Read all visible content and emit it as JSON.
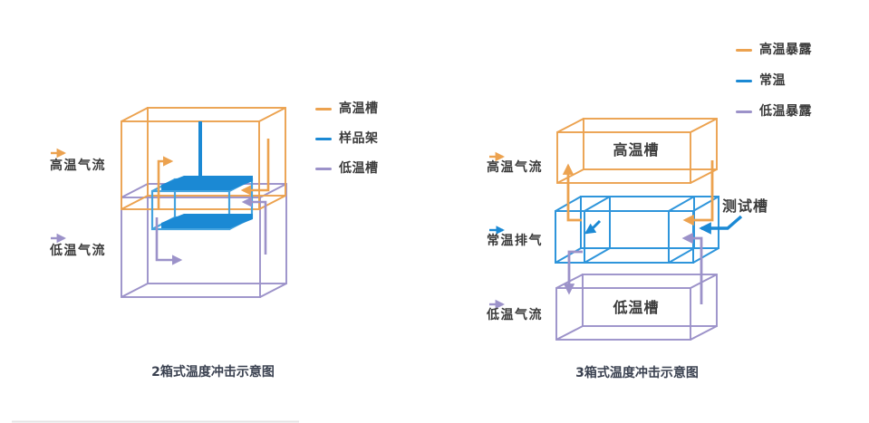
{
  "page": {
    "background": "#ffffff"
  },
  "colors": {
    "hot_orange": "#eca24f",
    "cold_purple": "#9c92c9",
    "sample_blue": "#1b89d4",
    "chamber_blue": "#2e95db",
    "rack_wire_blue": "#45a3df",
    "label_text": "#3b3b3b",
    "caption_text": "#3a4150",
    "divider_gray": "#e5e5e5"
  },
  "left_diagram": {
    "caption": "2箱式温度冲击示意图",
    "legend": [
      {
        "label": "高温槽",
        "color": "#eca24f"
      },
      {
        "label": "样品架",
        "color": "#1b89d4"
      },
      {
        "label": "低温槽",
        "color": "#9c92c9"
      }
    ],
    "labels": {
      "hot_flow": "高温气流",
      "cold_flow": "低温气流"
    },
    "icons": [
      "hot-flow-arrow-icon",
      "cold-flow-arrow-icon"
    ]
  },
  "right_diagram": {
    "caption": "3箱式温度冲击示意图",
    "legend": [
      {
        "label": "高温暴露",
        "color": "#eca24f"
      },
      {
        "label": "常温",
        "color": "#1b89d4"
      },
      {
        "label": "低温暴露",
        "color": "#9c92c9"
      }
    ],
    "labels": {
      "hot_flow": "高温气流",
      "ambient_exhaust": "常温排气",
      "cold_flow": "低温气流",
      "hot_chamber": "高温槽",
      "test_chamber": "测试槽",
      "cold_chamber": "低温槽"
    },
    "icons": [
      "hot-flow-arrow-icon",
      "ambient-exhaust-arrow-icon",
      "cold-flow-arrow-icon",
      "test-chamber-pointer-icon"
    ]
  }
}
